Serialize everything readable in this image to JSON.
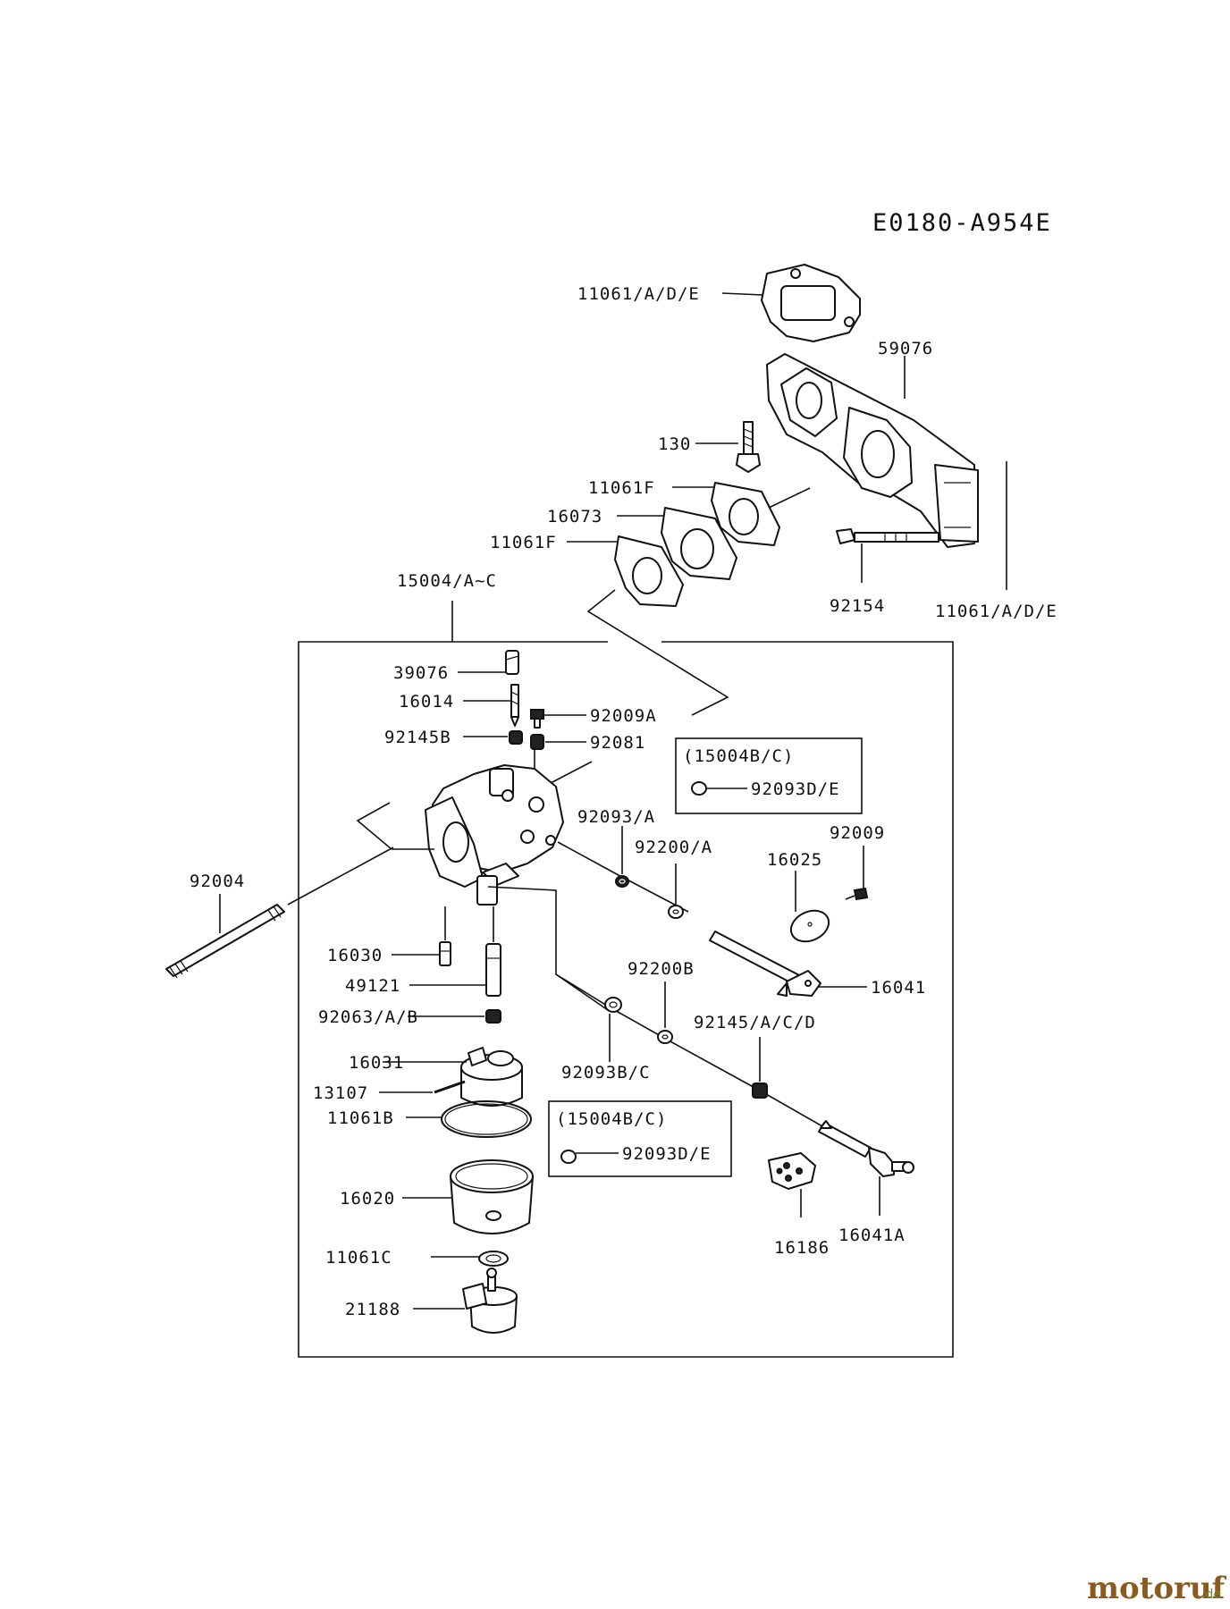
{
  "diagram_code": "E0180-A954E",
  "labels": {
    "l_11061_ade_top": "11061/A/D/E",
    "l_59076": "59076",
    "l_130": "130",
    "l_11061f_a": "11061F",
    "l_16073": "16073",
    "l_11061f_b": "11061F",
    "l_92154": "92154",
    "l_11061_ade_right": "11061/A/D/E",
    "l_15004": "15004/A~C",
    "l_39076": "39076",
    "l_16014": "16014",
    "l_92009a": "92009A",
    "l_92145b": "92145B",
    "l_92081": "92081",
    "l_92093a": "92093/A",
    "l_92200a": "92200/A",
    "l_92009": "92009",
    "l_16025": "16025",
    "l_92004": "92004",
    "l_16030": "16030",
    "l_49121": "49121",
    "l_92063": "92063/A/B",
    "l_92200b": "92200B",
    "l_16041": "16041",
    "l_92145acd": "92145/A/C/D",
    "l_16031": "16031",
    "l_13107": "13107",
    "l_11061b": "11061B",
    "l_92093bc": "92093B/C",
    "l_16020": "16020",
    "l_11061c": "11061C",
    "l_21188": "21188",
    "l_16186": "16186",
    "l_16041a": "16041A"
  },
  "notes": {
    "box1_title": "(15004B/C)",
    "box1_part": "92093D/E",
    "box2_title": "(15004B/C)",
    "box2_part": "92093D/E"
  },
  "watermark": {
    "brand": "motoruf",
    "tld": ".de",
    "brand_color": "#8a5a1e",
    "tld_color": "#6a8a2e"
  }
}
